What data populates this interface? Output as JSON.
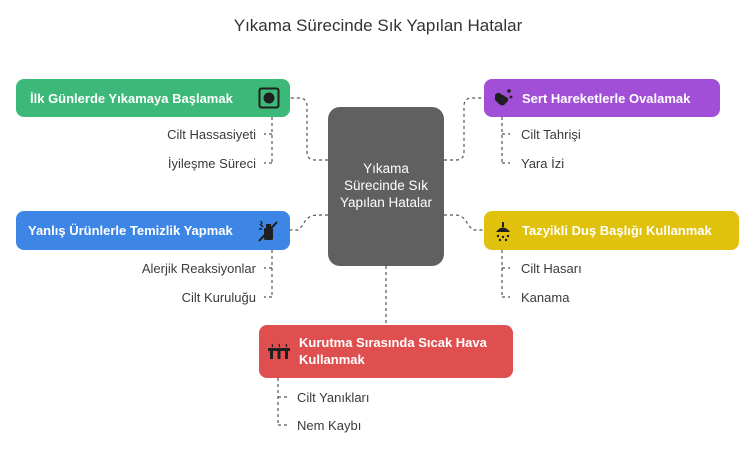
{
  "title": "Yıkama Sürecinde Sık Yapılan Hatalar",
  "center": {
    "label": "Yıkama Sürecinde Sık Yapılan Hatalar",
    "color": "#606060"
  },
  "nodes": [
    {
      "id": "ilk",
      "label": "İlk Günlerde Yıkamaya Başlamak",
      "color": "#3cb878",
      "icon": "stop-button-icon",
      "subs": [
        "Cilt Hassasiyeti",
        "İyileşme Süreci"
      ]
    },
    {
      "id": "sert",
      "label": "Sert Hareketlerle Ovalamak",
      "color": "#a14fd6",
      "icon": "hand-scrub-icon",
      "subs": [
        "Cilt Tahrişi",
        "Yara İzi"
      ]
    },
    {
      "id": "yanlis",
      "label": "Yanlış Ürünlerle Temizlik Yapmak",
      "color": "#3d86e6",
      "icon": "no-cleaning-icon",
      "subs": [
        "Alerjik Reaksiyonlar",
        "Cilt Kuruluğu"
      ]
    },
    {
      "id": "tazyik",
      "label": "Tazyikli Duş Başlığı Kullanmak",
      "color": "#e0c20c",
      "icon": "shower-icon",
      "subs": [
        "Cilt Hasarı",
        "Kanama"
      ]
    },
    {
      "id": "kurutma",
      "label": "Kurutma Sırasında Sıcak Hava Kullanmak",
      "color": "#e04f4f",
      "icon": "heater-icon",
      "subs": [
        "Cilt Yanıkları",
        "Nem Kaybı"
      ]
    }
  ]
}
